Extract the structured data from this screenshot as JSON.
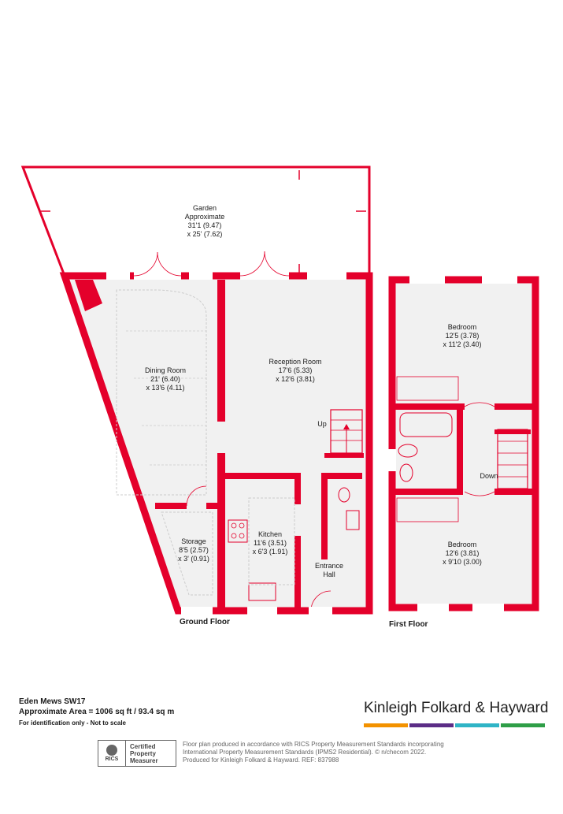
{
  "colors": {
    "wall": "#e4002b",
    "floor": "#f1f1f1",
    "dash": "#cccccc"
  },
  "rooms": {
    "garden": {
      "name": "Garden",
      "sub": "Approximate",
      "dim1": "31'1 (9.47)",
      "dim2": "x 25' (7.62)"
    },
    "dining": {
      "name": "Dining Room",
      "dim1": "21' (6.40)",
      "dim2": "x 13'6 (4.11)"
    },
    "reception": {
      "name": "Reception Room",
      "dim1": "17'6 (5.33)",
      "dim2": "x 12'6 (3.81)"
    },
    "kitchen": {
      "name": "Kitchen",
      "dim1": "11'6 (3.51)",
      "dim2": "x 6'3 (1.91)"
    },
    "storage": {
      "name": "Storage",
      "dim1": "8'5 (2.57)",
      "dim2": "x 3' (0.91)"
    },
    "entrance": {
      "name1": "Entrance",
      "name2": "Hall"
    },
    "bedroom1": {
      "name": "Bedroom",
      "dim1": "12'5 (3.78)",
      "dim2": "x 11'2 (3.40)"
    },
    "bedroom2": {
      "name": "Bedroom",
      "dim1": "12'6 (3.81)",
      "dim2": "x 9'10 (3.00)"
    }
  },
  "stairs": {
    "up": "Up",
    "down": "Down"
  },
  "floors": {
    "ground": "Ground Floor",
    "first": "First Floor"
  },
  "property": {
    "address": "Eden Mews  SW17",
    "area": "Approximate Area = 1006 sq ft / 93.4 sq m",
    "note": "For identification only - Not to scale"
  },
  "brand": {
    "name": "Kinleigh Folkard & Hayward",
    "bar_colors": [
      "#f39200",
      "#5b2d86",
      "#2fb4c6",
      "#2e9e47"
    ]
  },
  "rics": {
    "logo": "RICS",
    "badge1": "Certified",
    "badge2": "Property",
    "badge3": "Measurer",
    "line1": "Floor plan produced in accordance with RICS Property Measurement Standards incorporating",
    "line2": "International Property Measurement Standards (IPMS2 Residential).  © n/checom 2022.",
    "line3": "Produced for Kinleigh Folkard & Hayward.   REF: 837988"
  }
}
